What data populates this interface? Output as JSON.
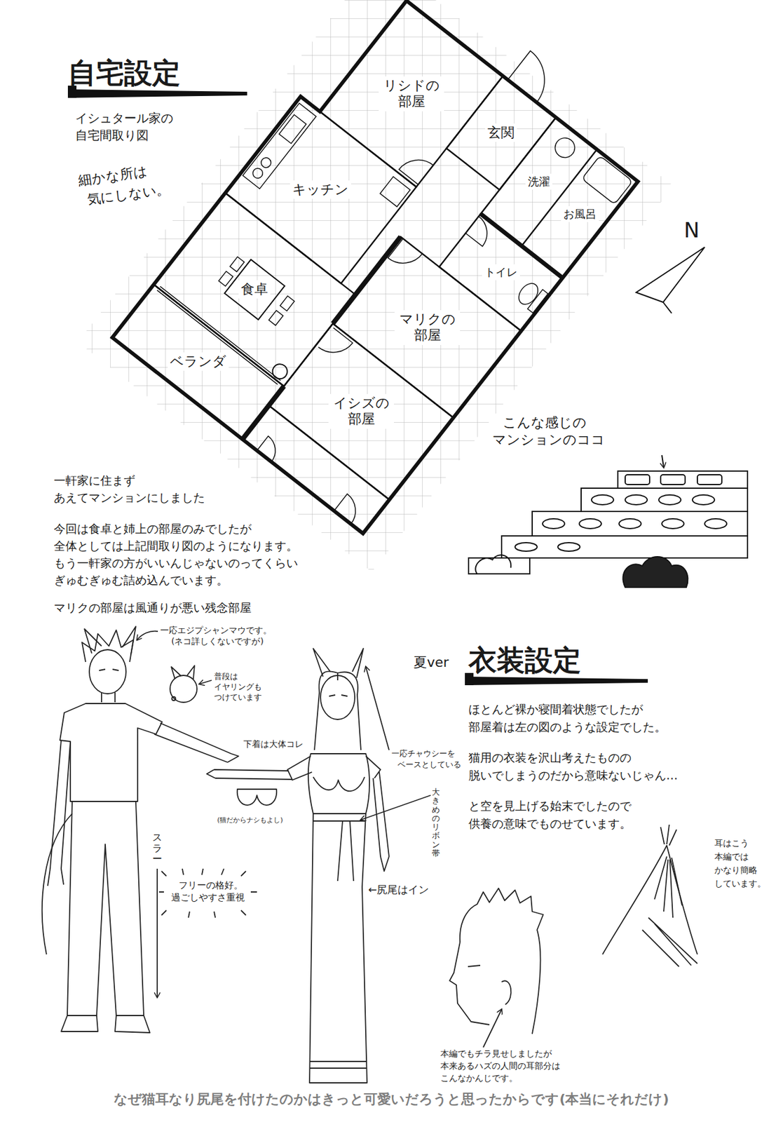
{
  "diagram": {
    "title": "自宅設定",
    "caption": "なぜ猫耳なり尻尾を付けたのかはきっと可愛いだろうと思ったからです(本当にそれだけ)",
    "nodes": [
      {
        "text": [
          "リシドの部屋"
        ]
      },
      {
        "text": [
          "玄関"
        ]
      },
      {
        "text": [
          "洗濯"
        ]
      },
      {
        "text": [
          "キッチン"
        ]
      },
      {
        "text": [
          "お風呂"
        ]
      },
      {
        "text": [
          "トイレ"
        ]
      },
      {
        "text": [
          "食卓"
        ]
      },
      {
        "text": [
          "マリクの部屋"
        ]
      },
      {
        "text": [
          "ベランダ"
        ]
      },
      {
        "text": [
          "イシズの部屋"
        ]
      }
    ],
    "labels": [
      "イシュタール家の",
      "自宅間取り図",
      "細かな所は",
      "気にしない。",
      "N",
      "こんな感じの",
      "マンションのココ",
      "一軒家に住まず",
      "あえてマンションにしました",
      "今回は食卓と姉上の部屋のみでしたが",
      "全体としては上記間取り図のようになります。",
      "もう一軒家の方がいいんじゃないのってくらい",
      "ぎゅむぎゅむ詰め込んでいます。",
      "マリクの部屋は風通りが悪い残念部屋",
      "衣装設定",
      "夏ver",
      "ほとんど裸か寝間着状態でしたが",
      "部屋着は左の図のような設定でした。",
      "猫用の衣装を沢山考えたものの",
      "脱いでしまうのだから意味ないじゃん…",
      "と空を見上げる始末でしたので",
      "供養の意味でものせています。",
      "一応エジプシャンマウです。",
      "(ネコ詳しくないですが)",
      "普段は",
      "イヤリングも",
      "つけています",
      "一応チャウシーを",
      "ベースとしている",
      "下着は大体コレ",
      "(猫だからナシもよし)",
      "大きめのリボン帯",
      "←尻尾はイン",
      "スラー",
      "フリーの格好。",
      "過ごしやすさ重視",
      "耳はこう",
      "本編では",
      "かなり簡略",
      "しています。",
      "本編でもチラ見せしましたが",
      "本来あるハズの人間の耳部分は",
      "こんなかんじです。"
    ]
  }
}
